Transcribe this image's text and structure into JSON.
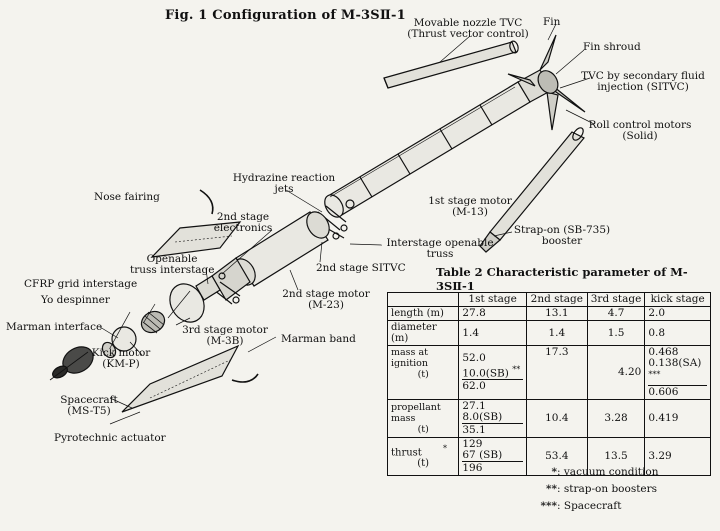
{
  "figure_title": "Fig. 1  Configuration of M-3SⅡ-1",
  "labels": {
    "movable_nozzle_tvc_1": "Movable nozzle TVC",
    "movable_nozzle_tvc_2": "(Thrust vector control)",
    "fin": "Fin",
    "fin_shroud": "Fin shroud",
    "tvc_secondary_1": "TVC by secondary fluid",
    "tvc_secondary_2": "injection (SITVC)",
    "roll_control_1": "Roll control motors",
    "roll_control_2": "(Solid)",
    "hydrazine_1": "Hydrazine reaction",
    "hydrazine_2": "jets",
    "first_stage_motor_1": "1st stage motor",
    "first_stage_motor_2": "(M-13)",
    "nose_fairing": "Nose fairing",
    "second_stage_electronics_1": "2nd stage",
    "second_stage_electronics_2": "electronics",
    "openable_interstage_1": "Openable",
    "openable_interstage_2": "truss interstage",
    "cfrp_grid": "CFRP grid interstage",
    "yo_despinner": "Yo despinner",
    "marman_interface": "Marman interface",
    "kick_motor_1": "Kick motor",
    "kick_motor_2": "(KM-P)",
    "spacecraft_1": "Spacecraft",
    "spacecraft_2": "(MS-T5)",
    "pyrotechnic": "Pyrotechnic actuator",
    "third_stage_motor_1": "3rd stage motor",
    "third_stage_motor_2": "(M-3B)",
    "marman_band": "Marman band",
    "second_stage_motor_1": "2nd stage motor",
    "second_stage_motor_2": "(M-23)",
    "second_stage_sitvc": "2nd stage SITVC",
    "interstage_openable_1": "Interstage openable",
    "interstage_openable_2": "truss",
    "strap_on_1": "Strap-on (SB-735)",
    "strap_on_2": "booster"
  },
  "table": {
    "title": "Table 2  Characteristic parameter of M-3SⅡ-1",
    "headers": [
      "",
      "1st stage",
      "2nd stage",
      "3rd stage",
      "kick stage"
    ],
    "length_label": "length    (m)",
    "length": [
      "27.8",
      "13.1",
      "4.7",
      "2.0"
    ],
    "diameter_label": "diameter (m)",
    "diameter": [
      "1.4",
      "1.4",
      "1.5",
      "0.8"
    ],
    "mass_label_1": "mass at ignition",
    "mass_label_2": "(t)",
    "mass_first": [
      "52.0",
      "10.0(SB)",
      "62.0"
    ],
    "mass_first_mark": "**",
    "mass_second": "17.3",
    "mass_third": "4.20",
    "mass_kick": [
      "0.468",
      "0.138(SA)",
      "0.606"
    ],
    "mass_kick_mark": "***",
    "prop_label_1": "propellant mass",
    "prop_label_2": "(t)",
    "prop_first": [
      "27.1",
      "8.0(SB)",
      "35.1"
    ],
    "prop_second": "10.4",
    "prop_third": "3.28",
    "prop_kick": "0.419",
    "thrust_label_1": "thrust",
    "thrust_label_2": "(t)",
    "thrust_mark": "*",
    "thrust_first": [
      "129",
      "67  (SB)",
      "196"
    ],
    "thrust_second": "53.4",
    "thrust_third": "13.5",
    "thrust_kick": "3.29"
  },
  "notes": [
    {
      "mark": "*",
      "text": ": vacuum condition"
    },
    {
      "mark": "**",
      "text": ": strap-on boosters"
    },
    {
      "mark": "***",
      "text": ": Spacecraft"
    }
  ]
}
